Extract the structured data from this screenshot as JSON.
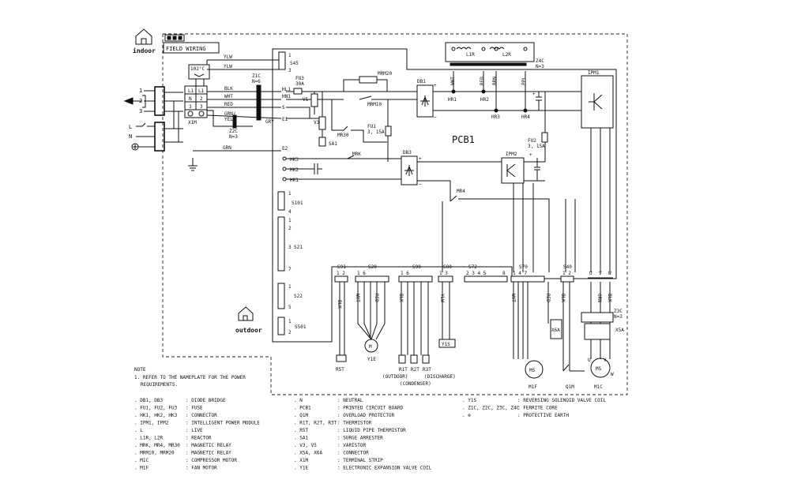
{
  "header": {
    "indoor_label": "indoor",
    "outdoor_label": "outdoor",
    "field_wiring": "FIELD WIRING",
    "pcb_label": "PCB1"
  },
  "wires": {
    "ylw1": "YLW",
    "ylw2": "YLW",
    "temp": "102°C",
    "blk": "BLK",
    "wht": "WHT",
    "red": "RED",
    "grn_ylw1": "GRN/",
    "grn_ylw2": "YEL",
    "gry": "GRY",
    "grn": "GRN",
    "z1c": "Z1C",
    "z1c_n": "N=6",
    "z2c": "Z2C",
    "z2c_n": "N=3",
    "z4c": "Z4C",
    "z4c_n": "N=3",
    "z3c": "Z3C",
    "z3c_n": "N=3"
  },
  "terminals": {
    "x1m": "X1M",
    "l1": "L1",
    "n": "N",
    "t2": "2",
    "t3": "3",
    "left1": "1",
    "left2": "2",
    "left3": "3",
    "left_l": "L",
    "left_n": "N"
  },
  "pcb": {
    "s45": "S45",
    "s45_1": "1",
    "s45_3": "3",
    "hl1": "HL1",
    "hn1": "HN1",
    "s": "S",
    "e1": "E1",
    "e2": "E2",
    "fu3": "FU3",
    "fu3_rating": "30A",
    "v5": "V5",
    "v3": "V3",
    "sa1": "SA1",
    "mrm20": "MRM20",
    "mrm10": "MRM10",
    "mr30": "MR30",
    "fu1": "FU1",
    "fu1_rating": "3, 15A",
    "db1": "DB1",
    "db3": "DB3",
    "fu2": "FU2",
    "fu2_rating": "3, 15A",
    "ipm1": "IPM1",
    "ipm2": "IPM2",
    "hk3": "HK3",
    "hk2": "HK2",
    "hk1": "HK1",
    "mrk": "MRK",
    "mr4": "MR4",
    "hr1": "HR1",
    "hr2": "HR2",
    "hr3": "HR3",
    "hr4": "HR4",
    "l1r": "L1R",
    "l2r": "L2R",
    "wht": "WHT",
    "red": "RED",
    "brn": "BRN",
    "ppl": "PPL",
    "s101": "S101",
    "s101_1": "1",
    "s101_4": "4",
    "s21": "S21",
    "s21_1": "1",
    "s21_2": "2",
    "s21_3": "3",
    "s21_7": "7",
    "s22": "S22",
    "s22_1": "1",
    "s22_5": "5",
    "s501": "S501",
    "s501_1": "1",
    "s501_2": "2"
  },
  "connectors": [
    {
      "name": "S91",
      "pins": "1 2"
    },
    {
      "name": "S20",
      "pins": "1      6"
    },
    {
      "name": "S90",
      "pins": "1      6"
    },
    {
      "name": "S80",
      "pins": "1  3"
    },
    {
      "name": "S72",
      "pins": "2 3 4 5"
    },
    {
      "name": "S70",
      "pins": "1    4    7"
    },
    {
      "name": "S40",
      "pins": "1 2"
    }
  ],
  "connector_extras": {
    "s72_8": "8",
    "u": "U",
    "v": "V",
    "w": "W"
  },
  "components": {
    "r5t": "R5T",
    "y1e": "Y1E",
    "r1t": "R1T",
    "r2t": "R2T",
    "r3t": "R3T",
    "outdoor": "(OUTDOOR)",
    "discharge": "(DISCHARGE)",
    "condenser": "(CONDENSER)",
    "y1s": "Y1S",
    "m1f": "M1F",
    "q1m": "Q1M",
    "m1c": "M1C",
    "x6a": "X6A",
    "x5a": "X5A",
    "ms": "MS",
    "m": "M",
    "m1c_u": "U",
    "m1c_v": "V",
    "m1c_w": "W",
    "wire_blk": "BLK",
    "wire_wht": "WHT",
    "wire_red": "RED",
    "wire_ylw": "YLW",
    "wire_orn": "ORN"
  },
  "notes": {
    "title": "NOTE",
    "line1": "1. REFER TO THE NAMEPLATE FOR THE POWER",
    "line2": "REQUIREMENTS.",
    "legend_col1": [
      {
        "code": ". DB1, DB3",
        "desc": ": DIODE BRIDGE"
      },
      {
        "code": ". FU1, FU2, FU3",
        "desc": ": FUSE"
      },
      {
        "code": ". HK1, HK2, HK3",
        "desc": ": CONNECTOR"
      },
      {
        "code": ". IPM1, IPM2",
        "desc": ": INTELLIGENT POWER MODULE"
      },
      {
        "code": ". L",
        "desc": ": LIVE"
      },
      {
        "code": ". L1R, L2R",
        "desc": ": REACTOR"
      },
      {
        "code": ". MRK, MR4, MR30",
        "desc": ": MAGNETIC RELAY"
      },
      {
        "code": ". MRM10, MRM20",
        "desc": ": MAGNETIC RELAY"
      },
      {
        "code": ". M1C",
        "desc": ": COMPRESSOR MOTOR"
      },
      {
        "code": ". M1F",
        "desc": ": FAN MOTOR"
      }
    ],
    "legend_col2": [
      {
        "code": ". N",
        "desc": ": NEUTRAL"
      },
      {
        "code": ". PCB1",
        "desc": ": PRINTED CIRCUIT BOARD"
      },
      {
        "code": ". Q1M",
        "desc": ": OVERLOAD PROTECTOR"
      },
      {
        "code": ". R1T, R2T, R3T",
        "desc": ": THERMISTOR"
      },
      {
        "code": ". R5T",
        "desc": ": LIQUID PIPE THERMISTOR"
      },
      {
        "code": ". SA1",
        "desc": ": SURGE ARRESTER"
      },
      {
        "code": ". V3, V5",
        "desc": ": VARISTOR"
      },
      {
        "code": ". X5A, X6A",
        "desc": ": CONNECTOR"
      },
      {
        "code": ". X1M",
        "desc": ": TERMINAL STRIP"
      },
      {
        "code": ". Y1E",
        "desc": ": ELECTRONIC EXPANSION VALVE COIL"
      }
    ],
    "legend_col3": [
      {
        "code": ". Y1S",
        "desc": ": REVERSING SOLENOID VALVE COIL"
      },
      {
        "code": ". Z1C, Z2C, Z3C, Z4C",
        "desc": ": FERRITE CORE"
      },
      {
        "code": ". ⊕",
        "desc": ": PROTECTIVE EARTH"
      }
    ]
  }
}
